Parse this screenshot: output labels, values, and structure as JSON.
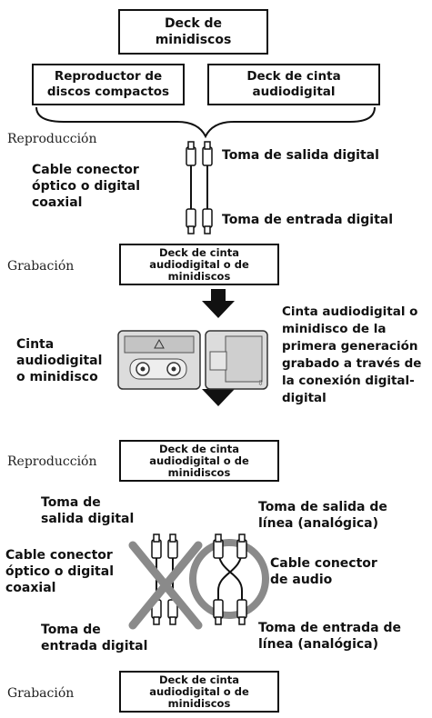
{
  "top_device": "Deck de\nminidiscos",
  "sources": [
    "Reproductor de\ndiscos compactos",
    "Deck de cinta\naudiodigital"
  ],
  "stage_labels": {
    "playback_1": "Reproducción",
    "recording_1": "Grabación",
    "playback_2": "Reproducción",
    "recording_2": "Grabación"
  },
  "section1": {
    "cable": "Cable conector\nóptico o digital\ncoaxial",
    "output_jack": "Toma de salida digital",
    "input_jack": "Toma de entrada digital",
    "recorder": "Deck de cinta\naudiodigital o de\nminidiscos"
  },
  "section2": {
    "media": "Cinta\naudiodigital\no minidisco",
    "first_gen": "Cinta audiodigital o\nminidisco de la\nprimera generación\ngrabado a través de\nla conexión digital-\ndigital",
    "player": "Deck de cinta\naudiodigital o de\nminidiscos"
  },
  "section3": {
    "digital_out": "Toma de\nsalida digital",
    "digital_cable": "Cable conector\nóptico o digital\ncoaxial",
    "digital_in": "Toma de\nentrada digital",
    "line_out": "Toma de salida de\nlínea (analógica)",
    "audio_cable": "Cable conector\nde audio",
    "line_in": "Toma de entrada de\nlínea (analógica)",
    "recorder": "Deck de cinta\naudiodigital o de\nminidiscos"
  }
}
